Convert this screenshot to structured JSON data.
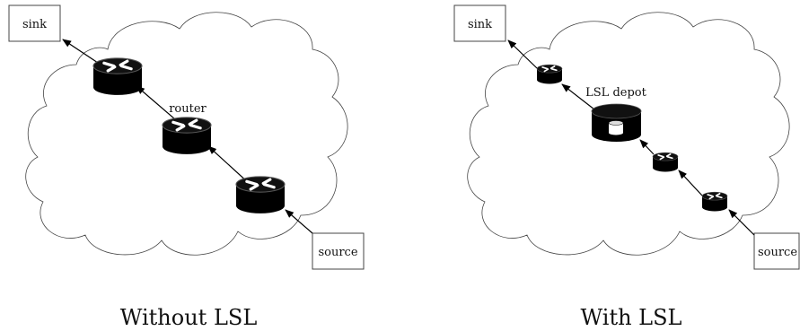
{
  "panels": {
    "left": {
      "sink_label": "sink",
      "source_label": "source",
      "router_label": "router",
      "caption": "Without LSL"
    },
    "right": {
      "sink_label": "sink",
      "source_label": "source",
      "depot_label": "LSL depot",
      "caption": "With LSL"
    }
  },
  "icons": [
    "cloud-icon",
    "router-icon",
    "depot-icon",
    "arrow-icon"
  ],
  "colors": {
    "device": "#000000",
    "outline": "#444444",
    "background": "#ffffff"
  }
}
